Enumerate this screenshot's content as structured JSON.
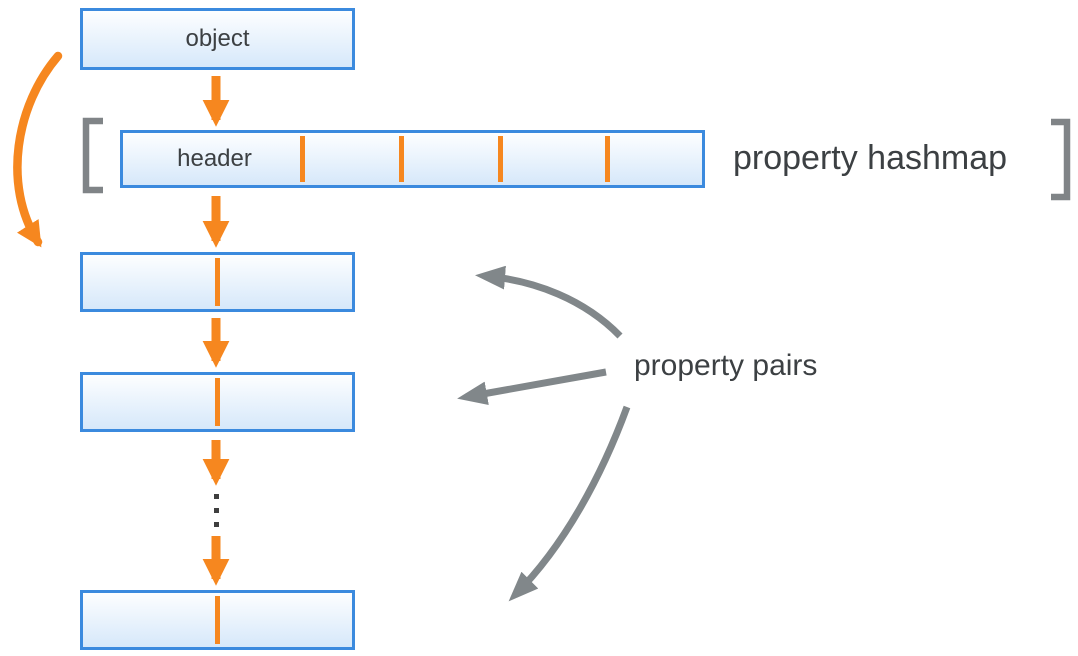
{
  "diagram": {
    "object_box": {
      "label": "object"
    },
    "hashmap": {
      "header_label": "header",
      "caption": "property hashmap",
      "slots": 4
    },
    "pairs": {
      "caption": "property pairs",
      "boxes": 3
    },
    "icons": {
      "down_arrows": "orange-down-arrow",
      "object_link": "orange-curved-arrow",
      "pair_pointers": "gray-curved-arrow",
      "ellipsis": "vertical-ellipsis",
      "brackets": "square-brackets"
    },
    "colors": {
      "accent_orange": "#f6871f",
      "box_border": "#3b8ade",
      "box_fill_top": "#fdfeff",
      "box_fill_bottom": "#d6e8fa",
      "bracket_gray": "#808487",
      "arrow_gray": "#81878a",
      "text": "#3c4043"
    }
  }
}
